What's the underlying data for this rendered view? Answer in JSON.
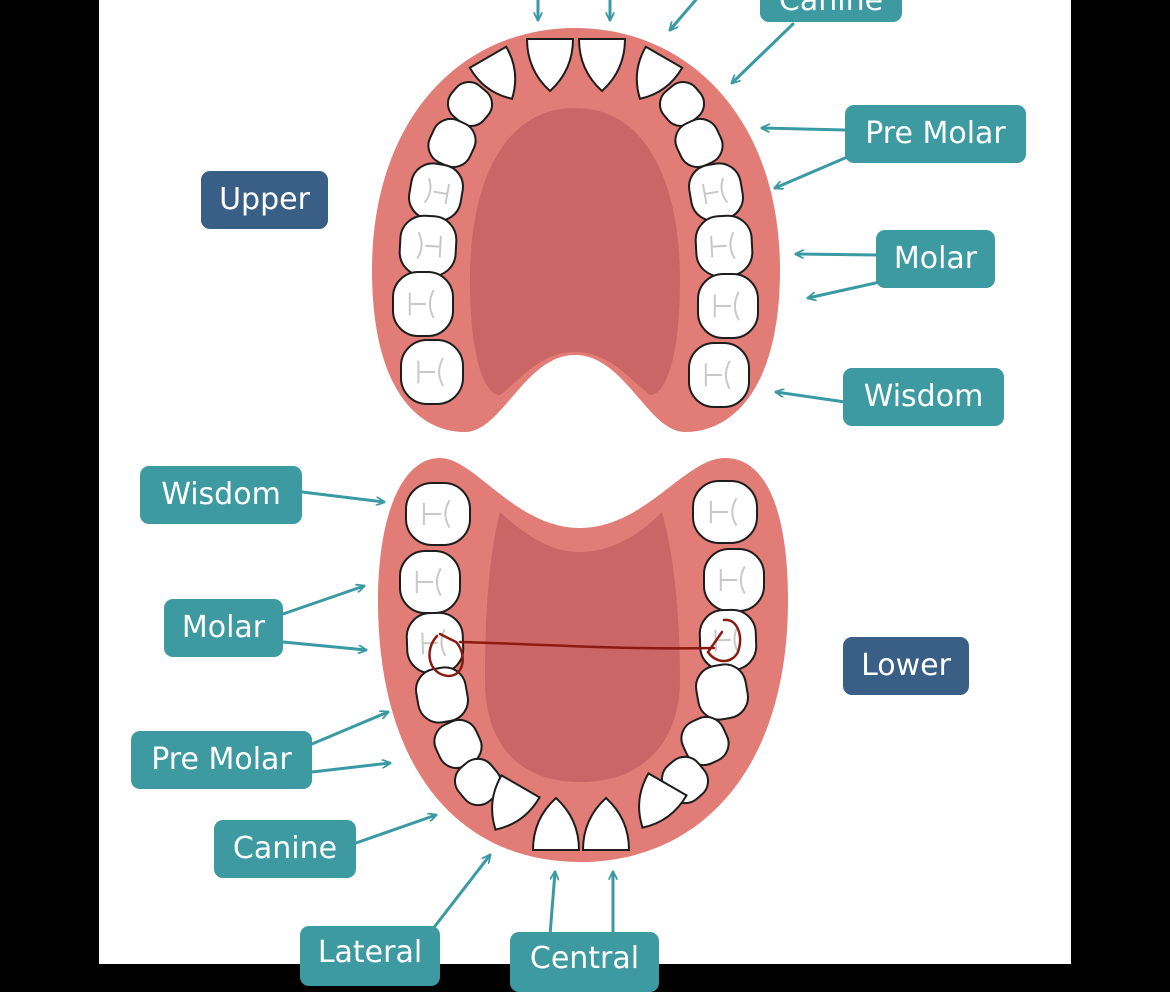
{
  "labels": {
    "upper": "Upper",
    "lower": "Lower",
    "canine": "Canine",
    "pre_molar": "Pre Molar",
    "molar": "Molar",
    "wisdom": "Wisdom",
    "lateral": "Lateral",
    "central": "Central"
  },
  "colors": {
    "teal_label": "#3d9aa1",
    "navy_label": "#3a5f86",
    "gum": "#e17c76",
    "palate": "#cc6565",
    "arrow": "#3a9aa3",
    "annotation_line": "#8b1a10"
  }
}
